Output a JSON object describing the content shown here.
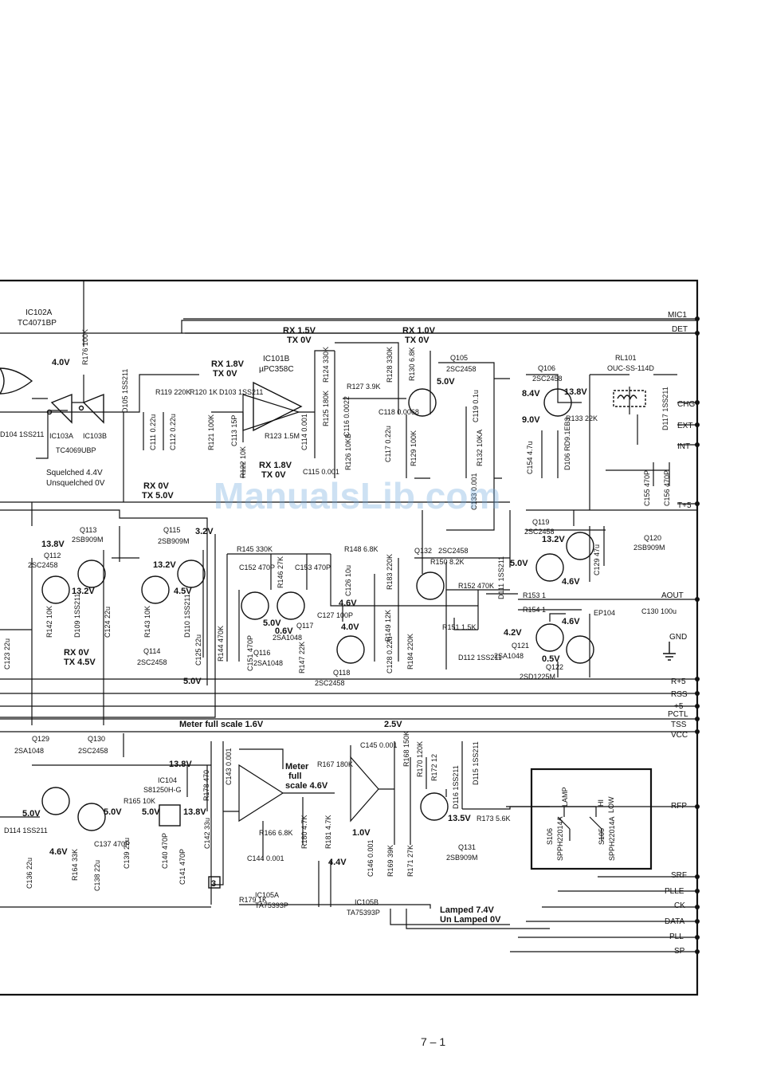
{
  "page_footer": "7 – 1",
  "watermark": "ManualsLib.com",
  "connector": {
    "labels": [
      "MIC1",
      "DET",
      "CHG",
      "EXT",
      "INT",
      "T+5",
      "AOUT",
      "GND",
      "R+5",
      "RSS",
      "+5",
      "PCTL",
      "TSS",
      "VCC",
      "RFP",
      "SRF",
      "PLLE",
      "CK",
      "DATA",
      "PLL",
      "SP"
    ]
  },
  "ic": {
    "ic102a": {
      "ref": "IC102A",
      "part": "TC4071BP"
    },
    "ic101b": {
      "ref": "IC101B",
      "part": "µPC358C"
    },
    "ic103": {
      "ref_a": "IC103A",
      "ref_b": "IC103B",
      "part": "TC4069UBP"
    },
    "ic104": {
      "ref": "IC104",
      "part": "S81250H-G"
    },
    "ic105a": {
      "ref": "IC105A",
      "part": "TA75393P"
    },
    "ic105b": {
      "ref": "IC105B",
      "part": "TA75393P"
    }
  },
  "relay": {
    "ref": "RL101",
    "part": "OUC-SS-114D"
  },
  "switches": {
    "s106": {
      "ref": "S106",
      "part": "SPPH22014A",
      "label": "LAMP"
    },
    "s105": {
      "ref": "S105",
      "part": "SPPH22014A",
      "label_hi": "HI",
      "label_low": "LOW"
    }
  },
  "transistors": [
    {
      "ref": "Q105",
      "part": "2SC2458"
    },
    {
      "ref": "Q106",
      "part": "2SC2458"
    },
    {
      "ref": "Q113",
      "part": "2SB909M"
    },
    {
      "ref": "Q112",
      "part": "2SC2458"
    },
    {
      "ref": "Q115",
      "part": "2SB909M"
    },
    {
      "ref": "Q114",
      "part": "2SC2458"
    },
    {
      "ref": "Q116",
      "part": "2SA1048"
    },
    {
      "ref": "Q117",
      "part": "2SA1048"
    },
    {
      "ref": "Q118",
      "part": "2SC2458"
    },
    {
      "ref": "Q132",
      "part": "2SC2458"
    },
    {
      "ref": "Q119",
      "part": "2SC2458"
    },
    {
      "ref": "Q120",
      "part": "2SB909M"
    },
    {
      "ref": "Q121",
      "part": "2SA1048"
    },
    {
      "ref": "Q122",
      "part": "2SD1225M"
    },
    {
      "ref": "Q129",
      "part": "2SA1048"
    },
    {
      "ref": "Q130",
      "part": "2SC2458"
    },
    {
      "ref": "Q131",
      "part": "2SB909M"
    }
  ],
  "voltages": {
    "v_40": "4.0V",
    "rx18": "RX 1.8V",
    "tx0a": "TX 0V",
    "rx15": "RX 1.5V",
    "tx0b": "TX 0V",
    "rx10": "RX 1.0V",
    "tx0c": "TX 0V",
    "rx18b": "RX 1.8V",
    "tx0d": "TX 0V",
    "v_50a": "5.0V",
    "v_84": "8.4V",
    "v_138a": "13.8V",
    "v_90": "9.0V",
    "rx0a": "RX 0V",
    "tx50": "TX 5.0V",
    "squelched": "Squelched 4.4V",
    "unsquelched": "Unsquelched 0V",
    "v_138b": "13.8V",
    "v_132a": "13.2V",
    "rx0b": "RX 0V",
    "tx45": "TX 4.5V",
    "v_32": "3.2V",
    "v_132b": "13.2V",
    "v_45": "4.5V",
    "v_50b": "5.0V",
    "v_06": "0.6V",
    "v_46a": "4.6V",
    "v_40b": "4.0V",
    "v_132c": "13.2V",
    "v_50c": "5.0V",
    "v_46b": "4.6V",
    "v_46c": "4.6V",
    "v_42": "4.2V",
    "v_05": "0.5V",
    "v_50d": "5.0V",
    "meter_full": "Meter full scale 1.6V",
    "v_25": "2.5V",
    "v_138c": "13.8V",
    "meter": "Meter",
    "full": "full",
    "scale46": "scale 4.6V",
    "v_50e": "5.0V",
    "v_50f": "5.0V",
    "v_50g": "5.0V",
    "v_138d": "13.8V",
    "v_46d": "4.6V",
    "v_10": "1.0V",
    "v_44": "4.4V",
    "v_135": "13.5V",
    "lamped": "Lamped 7.4V",
    "unlamped": "Un Lamped 0V"
  },
  "components": [
    "R176 100K",
    "D105 1SS211",
    "R119 220K",
    "R120 1K",
    "D103 1SS211",
    "R124 330K",
    "R125 180K",
    "R127 3.9K",
    "R128 330K",
    "R130 6.8K",
    "C118 0.0068",
    "C116 0.0022",
    "R126 10KB",
    "C117 0.22u",
    "R129 100K",
    "C119 0.1u",
    "R132 10KA",
    "C133 0.001",
    "C115 0.001",
    "C114 0.001",
    "R123 1.5M",
    "R122 10K",
    "C113 15P",
    "R121 100K",
    "C112 0.22u",
    "C111 0.22u",
    "D104 1SS211",
    "C154 4.7u",
    "D106 RD9.1EB3",
    "R133 22K",
    "D117 1SS211",
    "C155 470P",
    "C156 470P",
    "R145 330K",
    "C152 470P",
    "R146 27K",
    "C153 470P",
    "R148 6.8K",
    "R150 8.2K",
    "R183 220K",
    "R152 470K",
    "D111 1SS211",
    "C129 47u",
    "R153 1",
    "R154 1",
    "EP104",
    "C130 100u",
    "C126 10u",
    "C127 100P",
    "R149 12K",
    "C128 0.22u",
    "R184 220K",
    "R151 1.5K",
    "D112 1SS211",
    "R147 22K",
    "C151 470P",
    "R144 470K",
    "C125 22u",
    "D110 1SS211",
    "R143 10K",
    "C124 22u",
    "D109 1SS211",
    "R142 10K",
    "C123 22u",
    "C143 0.001",
    "R178 470",
    "R165 10K",
    "C140 470P",
    "C139 22u",
    "C138 22u",
    "R164 33K",
    "C137 470P",
    "C136 22u",
    "D114 1SS211",
    "C141 470P",
    "C142 33u",
    "R179 1K",
    "R166 6.8K",
    "C144 0.001",
    "R167 180K",
    "C145 0.001",
    "R168 150K",
    "R170 120K",
    "R180 4.7K",
    "R181 4.7K",
    "C146 0.001",
    "R169 39K",
    "R171 27K",
    "R172 12",
    "D115 1SS211",
    "D116 1SS211",
    "R173 5.6K"
  ]
}
